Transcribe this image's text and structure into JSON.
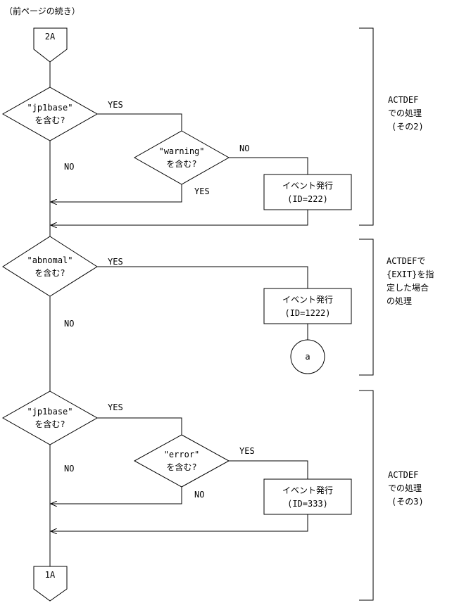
{
  "continued_note": "（前ページの続き）",
  "connector_top": "2A",
  "connector_bottom": "1A",
  "offpage_a": "a",
  "yes": "YES",
  "no": "NO",
  "d1": {
    "l1": "\"jp1base\"",
    "l2": "を含む?"
  },
  "d2": {
    "l1": "\"warning\"",
    "l2": "を含む?"
  },
  "d3": {
    "l1": "\"abnomal\"",
    "l2": "を含む?"
  },
  "d4": {
    "l1": "\"jp1base\"",
    "l2": "を含む?"
  },
  "d5": {
    "l1": "\"error\"",
    "l2": "を含む?"
  },
  "p1": {
    "l1": "イベント発行",
    "l2": "(ID=222)"
  },
  "p2": {
    "l1": "イベント発行",
    "l2": "(ID=1222)"
  },
  "p3": {
    "l1": "イベント発行",
    "l2": "(ID=333)"
  },
  "b1": {
    "l1": "ACTDEF",
    "l2": "での処理",
    "l3": "(その2)"
  },
  "b2": {
    "l1": "ACTDEFで",
    "l2": "{EXIT}を指",
    "l3": "定した場合",
    "l4": "の処理"
  },
  "b3": {
    "l1": "ACTDEF",
    "l2": "での処理",
    "l3": "(その3)"
  }
}
